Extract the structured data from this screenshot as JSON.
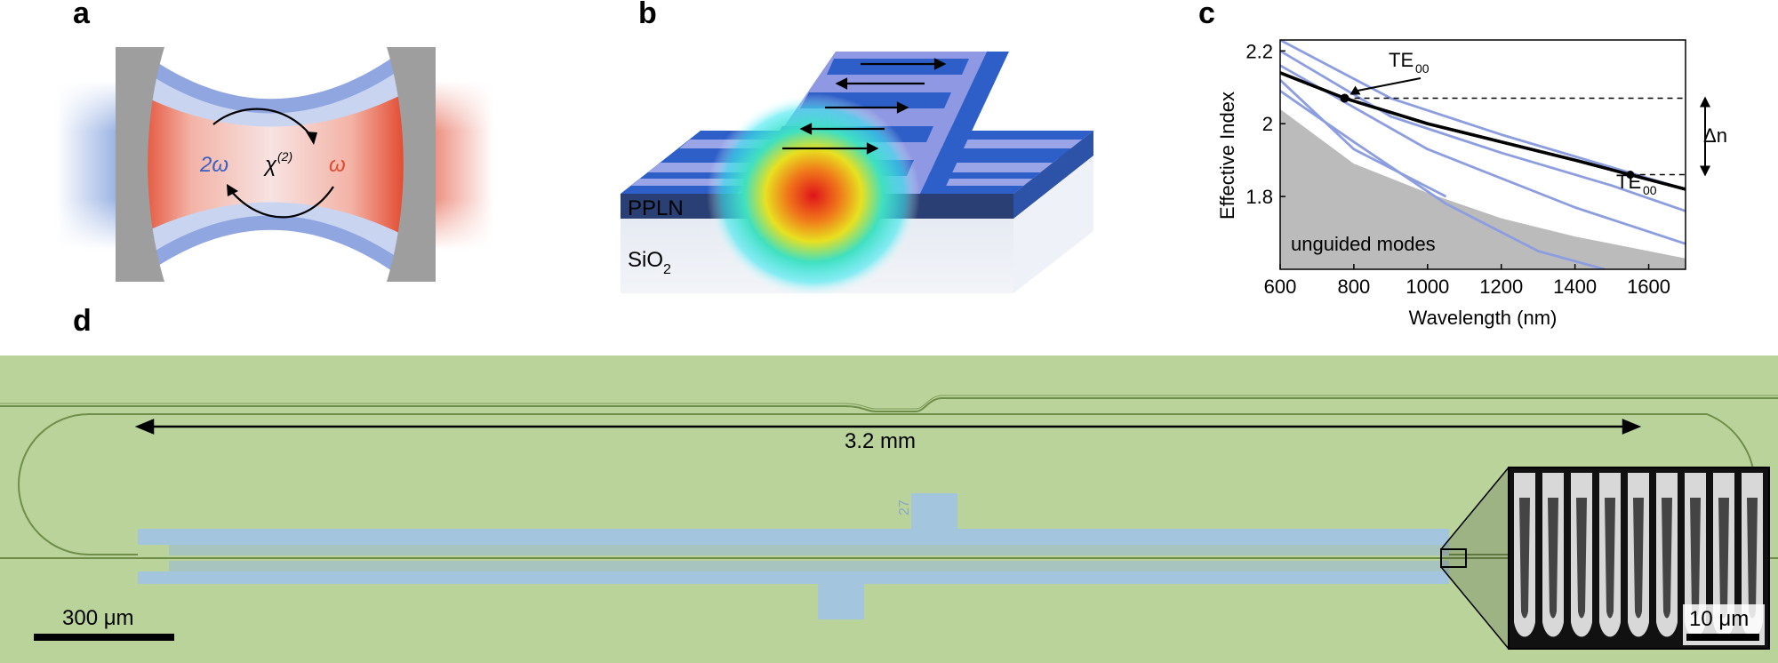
{
  "panels": {
    "a": "a",
    "b": "b",
    "c": "c",
    "d": "d"
  },
  "panel_a": {
    "left_label": "2ω",
    "center_label": "χ",
    "center_superscript": "(2)",
    "right_label": "ω"
  },
  "panel_b": {
    "layer_top": "PPLN",
    "layer_bottom_base": "SiO",
    "layer_bottom_sub": "2"
  },
  "panel_c": {
    "ylabel": "Effective Index",
    "xlabel": "Wavelength (nm)",
    "annotation_upper": "TE",
    "annotation_upper_sub": "00",
    "annotation_lower": "TE",
    "annotation_lower_sub": "00",
    "delta_label": "Δn",
    "region_label": "unguided modes",
    "xticks": [
      "600",
      "800",
      "1000",
      "1200",
      "1400",
      "1600"
    ],
    "yticks": [
      "2.2",
      "2",
      "1.8"
    ]
  },
  "panel_d": {
    "length_label": "3.2 mm",
    "scalebar_main": "300 μm",
    "scalebar_inset": "10 μm",
    "chip_mark": "27"
  },
  "colors": {
    "chip_green": "#b9d39a",
    "electrode_blue": "#a3c5de",
    "mirror_gray": "#9a9a9a",
    "blue_beam": "#6f8fd1",
    "red_beam": "#e5543a",
    "mode_line": "#8c9de0"
  },
  "chart_data": {
    "type": "line",
    "title": "",
    "xlabel": "Wavelength (nm)",
    "ylabel": "Effective Index",
    "xlim": [
      600,
      1700
    ],
    "ylim": [
      1.6,
      2.23
    ],
    "grid": false,
    "annotations": [
      {
        "text": "TE00",
        "x": 775,
        "y": 2.07
      },
      {
        "text": "TE00",
        "x": 1550,
        "y": 1.86
      },
      {
        "text": "Δn",
        "between": [
          2.07,
          1.86
        ]
      },
      {
        "text": "unguided modes"
      }
    ],
    "series": [
      {
        "role": "fundamental mode",
        "color": "#000000",
        "x": [
          600,
          775,
          1000,
          1200,
          1400,
          1550,
          1700
        ],
        "y": [
          2.14,
          2.07,
          2.0,
          1.95,
          1.9,
          1.86,
          1.82
        ]
      },
      {
        "role": "higher-order mode",
        "color": "#8c9de0",
        "x": [
          600,
          900,
          1200,
          1500,
          1700
        ],
        "y": [
          2.23,
          2.07,
          1.97,
          1.88,
          1.82
        ]
      },
      {
        "role": "higher-order mode",
        "color": "#8c9de0",
        "x": [
          600,
          900,
          1200,
          1500,
          1700
        ],
        "y": [
          2.2,
          2.02,
          1.92,
          1.83,
          1.76
        ]
      },
      {
        "role": "higher-order mode",
        "color": "#8c9de0",
        "x": [
          600,
          1000,
          1400,
          1700
        ],
        "y": [
          2.16,
          1.93,
          1.77,
          1.67
        ]
      },
      {
        "role": "higher-order mode",
        "color": "#8c9de0",
        "x": [
          600,
          800,
          1050
        ],
        "y": [
          2.12,
          1.93,
          1.8
        ]
      },
      {
        "role": "higher-order mode",
        "color": "#8c9de0",
        "x": [
          600,
          800,
          1050,
          1300,
          1480
        ],
        "y": [
          2.09,
          1.95,
          1.78,
          1.65,
          1.6
        ]
      },
      {
        "role": "unguided modes (cladding) boundary",
        "color": "#bbbbbb",
        "x": [
          600,
          800,
          1000,
          1200,
          1400,
          1700
        ],
        "y": [
          2.04,
          1.89,
          1.81,
          1.74,
          1.69,
          1.63
        ]
      }
    ]
  }
}
